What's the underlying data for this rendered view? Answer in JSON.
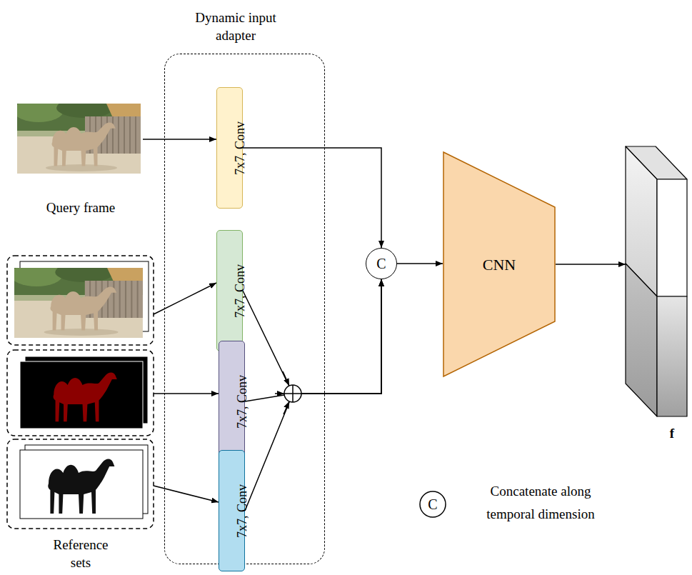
{
  "diagram": {
    "nodes": [
      {
        "text": [
          "Dynamic input adapter"
        ]
      },
      {
        "text": [
          "7x7, Conv"
        ],
        "in": 0
      },
      {
        "text": [
          "7x7, Conv"
        ],
        "in": 0
      },
      {
        "text": [
          "7x7, Conv"
        ],
        "in": 0
      },
      {
        "text": [
          "7x7, Conv"
        ],
        "in": 0
      },
      {
        "text": [
          "C"
        ]
      },
      {
        "text": [
          "CNN"
        ]
      },
      {
        "text": [
          "f"
        ]
      }
    ],
    "edges": [
      {
        "from": 1,
        "to": 5,
        "arrow": "to"
      },
      {
        "from": 2,
        "to": 5,
        "arrow": "to"
      },
      {
        "from": 3,
        "to": 5,
        "arrow": "to"
      },
      {
        "from": 4,
        "to": 5,
        "arrow": "to"
      },
      {
        "from": 5,
        "to": 6,
        "arrow": "to"
      },
      {
        "from": 6,
        "to": 7,
        "arrow": "to"
      }
    ],
    "labels": [
      "Query frame",
      "Reference sets",
      "C"
    ],
    "legend": [
      {
        "text": "Concatenate along temporal dimension"
      }
    ]
  }
}
